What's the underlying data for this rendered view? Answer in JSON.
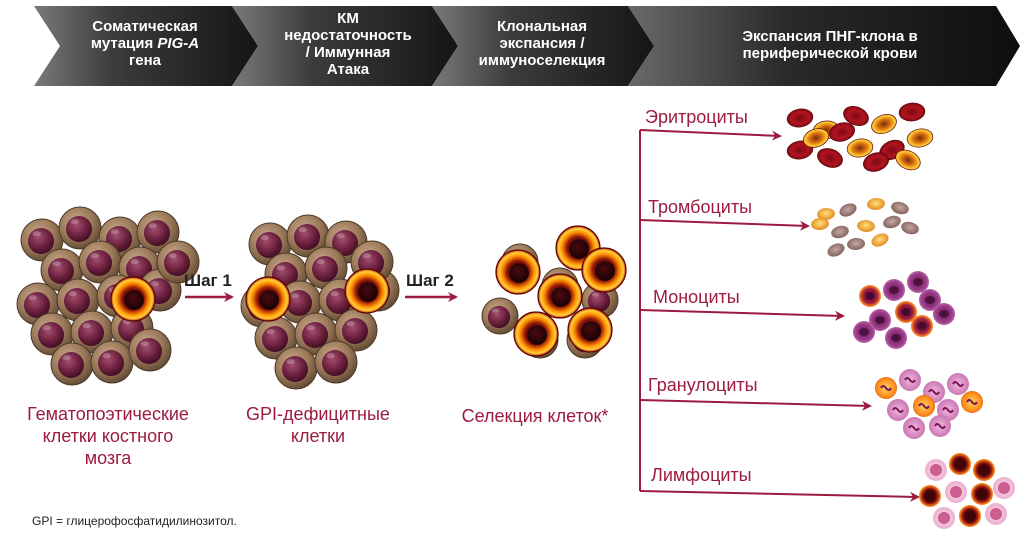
{
  "stages": [
    {
      "line1": "Соматическая",
      "line2_pre": "мутация ",
      "line2_em": "PIG-A",
      "line3": "гена"
    },
    {
      "line1": "КМ",
      "line2": "недостаточность",
      "line3": "/ Иммунная",
      "line4": "Атака"
    },
    {
      "line1": "Клональная",
      "line2": "экспансия /",
      "line3": "иммуноселекция"
    },
    {
      "line1": "Экспансия ПНГ-клона в",
      "line2": "периферической крови"
    }
  ],
  "steps": {
    "step1": "Шаг 1",
    "step2": "Шаг 2"
  },
  "cluster_labels": {
    "hsc_line1": "Гематопоэтические",
    "hsc_line2": "клетки костного",
    "hsc_line3": "мозга",
    "gpi_line1": "GPI-дефицитные",
    "gpi_line2": "клетки",
    "selection": "Селекция клеток*"
  },
  "cell_types": [
    "Эритроциты",
    "Тромбоциты",
    "Моноциты",
    "Гранулоциты",
    "Лимфоциты"
  ],
  "footnote": "GPI = глицерофосфатидилинозитол.",
  "colors": {
    "accent": "#9c1b3e",
    "banner_dark": "#1e1e1e",
    "banner_light": "#6e6e6e"
  }
}
